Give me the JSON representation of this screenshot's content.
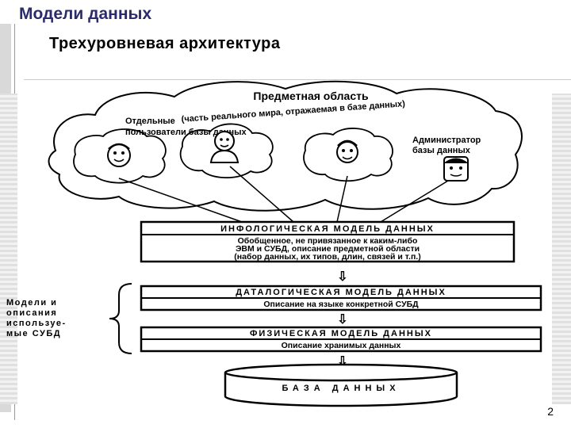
{
  "slide": {
    "title": "Модели данных",
    "subtitle": "Трехуровневая архитектура",
    "page_number": "2"
  },
  "diagram": {
    "domain_title": "Предметная область",
    "domain_caption": "(часть реального мира, отражаемая в базе данных)",
    "users_label_line1": "Отдельные",
    "users_label_line2": "пользователи базы данных",
    "admin_label_line1": "Администратор",
    "admin_label_line2": "базы данных",
    "infological": {
      "title": "ИНФОЛОГИЧЕСКАЯ МОДЕЛЬ ДАННЫХ",
      "desc_line1": "Обобщенное, не привязанное к каким-либо",
      "desc_line2": "ЭВМ и СУБД, описание предметной области",
      "desc_line3": "(набор данных, их типов, длин, связей и т.п.)"
    },
    "datalogical": {
      "title": "ДАТАЛОГИЧЕСКАЯ МОДЕЛЬ ДАННЫХ",
      "desc": "Описание на языке конкретной СУБД"
    },
    "physical": {
      "title": "ФИЗИЧЕСКАЯ МОДЕЛЬ ДАННЫХ",
      "desc": "Описание хранимых данных"
    },
    "database_label": "БАЗА ДАННЫХ",
    "side_note_line1": "Модели и",
    "side_note_line2": "описания",
    "side_note_line3": "используе-",
    "side_note_line4": "мые СУБД",
    "arrow_glyph": "⇩"
  }
}
